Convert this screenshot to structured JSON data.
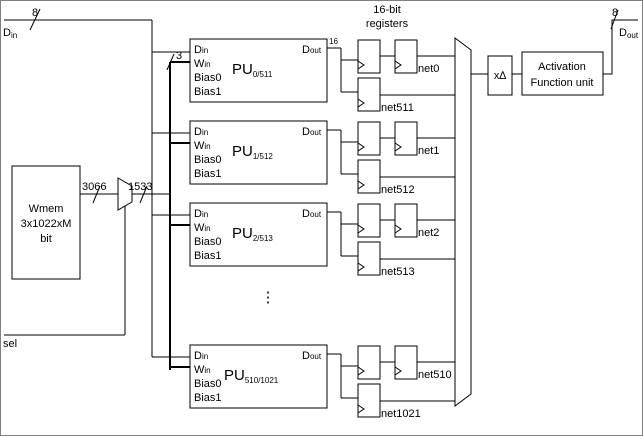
{
  "signals": {
    "din_main": "D",
    "din_sub": "in",
    "dout_main": "D",
    "dout_sub": "out",
    "sel": "sel",
    "width_in": "8",
    "width_out": "8",
    "width_3066": "3066",
    "width_1533": "1533",
    "width_3": "3",
    "width_16": "16"
  },
  "wmem": {
    "line1": "Wmem",
    "line2": "3x1022xM",
    "line3": "bit"
  },
  "registers_label": {
    "line1": "16-bit",
    "line2": "registers"
  },
  "pu_ports": {
    "d": "D",
    "d_sub": "in",
    "w": "W",
    "w_sub": "in",
    "bias0": "Bias0",
    "bias1": "Bias1",
    "dout": "D",
    "dout_sub": "out"
  },
  "pus": [
    {
      "name": "PU",
      "sub": "0/511",
      "net_a": "net0",
      "net_b": "net511"
    },
    {
      "name": "PU",
      "sub": "1/512",
      "net_a": "net1",
      "net_b": "net512"
    },
    {
      "name": "PU",
      "sub": "2/513",
      "net_a": "net2",
      "net_b": "net513"
    },
    {
      "name": "PU",
      "sub": "510/1021",
      "net_a": "net510",
      "net_b": "net1021"
    }
  ],
  "ellipsis": "⋮",
  "scale_block": "x∆",
  "activation": {
    "line1": "Activation",
    "line2": "Function unit"
  }
}
